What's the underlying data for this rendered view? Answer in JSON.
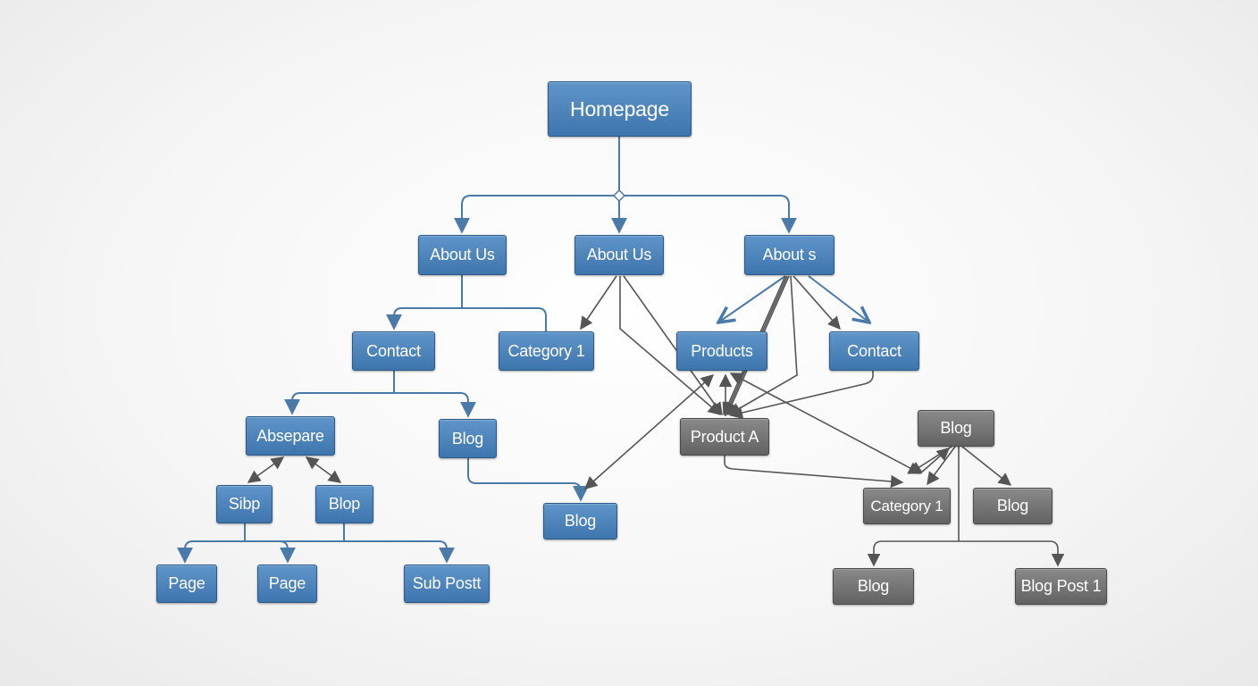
{
  "colors": {
    "blue_node": "#4a80b8",
    "gray_node": "#6f6f6f",
    "blue_connector": "#4a7aa8",
    "gray_connector": "#555555",
    "background": "#f4f4f4"
  },
  "nodes": {
    "homepage": "Homepage",
    "about_us_left": "About Us",
    "about_us_center": "About Us",
    "abouts_right": "About s",
    "contact_left": "Contact",
    "category_1_blue": "Category 1",
    "products": "Products",
    "contact_right": "Contact",
    "absepare": "Absepare",
    "blog_upper": "Blog",
    "product_a": "Product A",
    "blog_gray_top": "Blog",
    "sibp": "Sibp",
    "blop": "Blop",
    "blog_lower": "Blog",
    "category_1_gray": "Category 1",
    "blog_gray_mid": "Blog",
    "page_1": "Page",
    "page_2": "Page",
    "sub_post": "Sub Postt",
    "blog_gray_bottom": "Blog",
    "blog_post_1": "Blog Post 1"
  }
}
